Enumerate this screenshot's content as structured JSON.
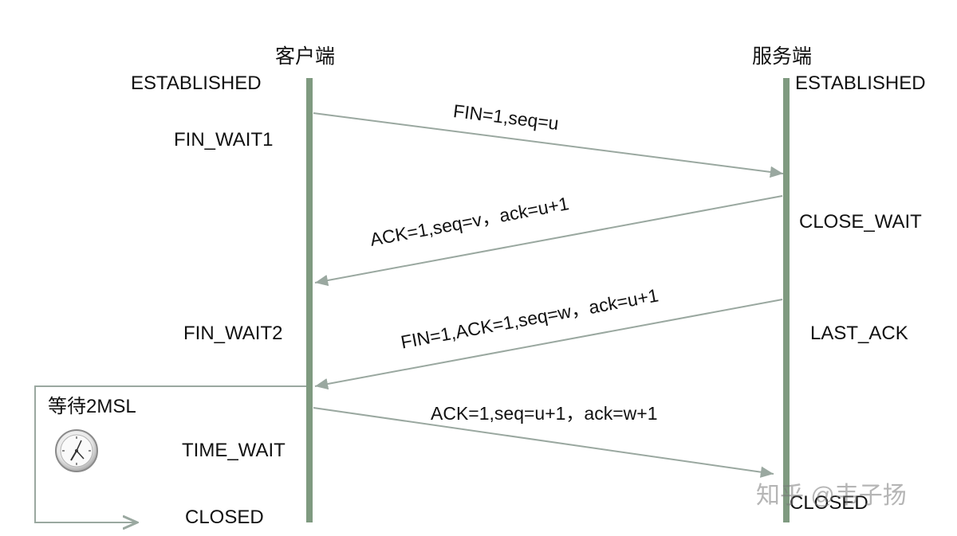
{
  "client_label": "客户端",
  "server_label": "服务端",
  "client_states": {
    "established": "ESTABLISHED",
    "fin_wait1": "FIN_WAIT1",
    "fin_wait2": "FIN_WAIT2",
    "time_wait": "TIME_WAIT",
    "closed": "CLOSED"
  },
  "server_states": {
    "established": "ESTABLISHED",
    "close_wait": "CLOSE_WAIT",
    "last_ack": "LAST_ACK",
    "closed": "CLOSED"
  },
  "messages": {
    "m1": "FIN=1,seq=u",
    "m2": "ACK=1,seq=v，ack=u+1",
    "m3": "FIN=1,ACK=1,seq=w，ack=u+1",
    "m4": "ACK=1,seq=u+1，ack=w+1"
  },
  "wait_label": "等待2MSL",
  "watermark": "知乎 @韦子扬",
  "colors": {
    "lifeline": "#7f9a80",
    "arrow": "#9aa8a0",
    "text": "#111111"
  },
  "icons": {
    "timer": "clock-icon"
  }
}
